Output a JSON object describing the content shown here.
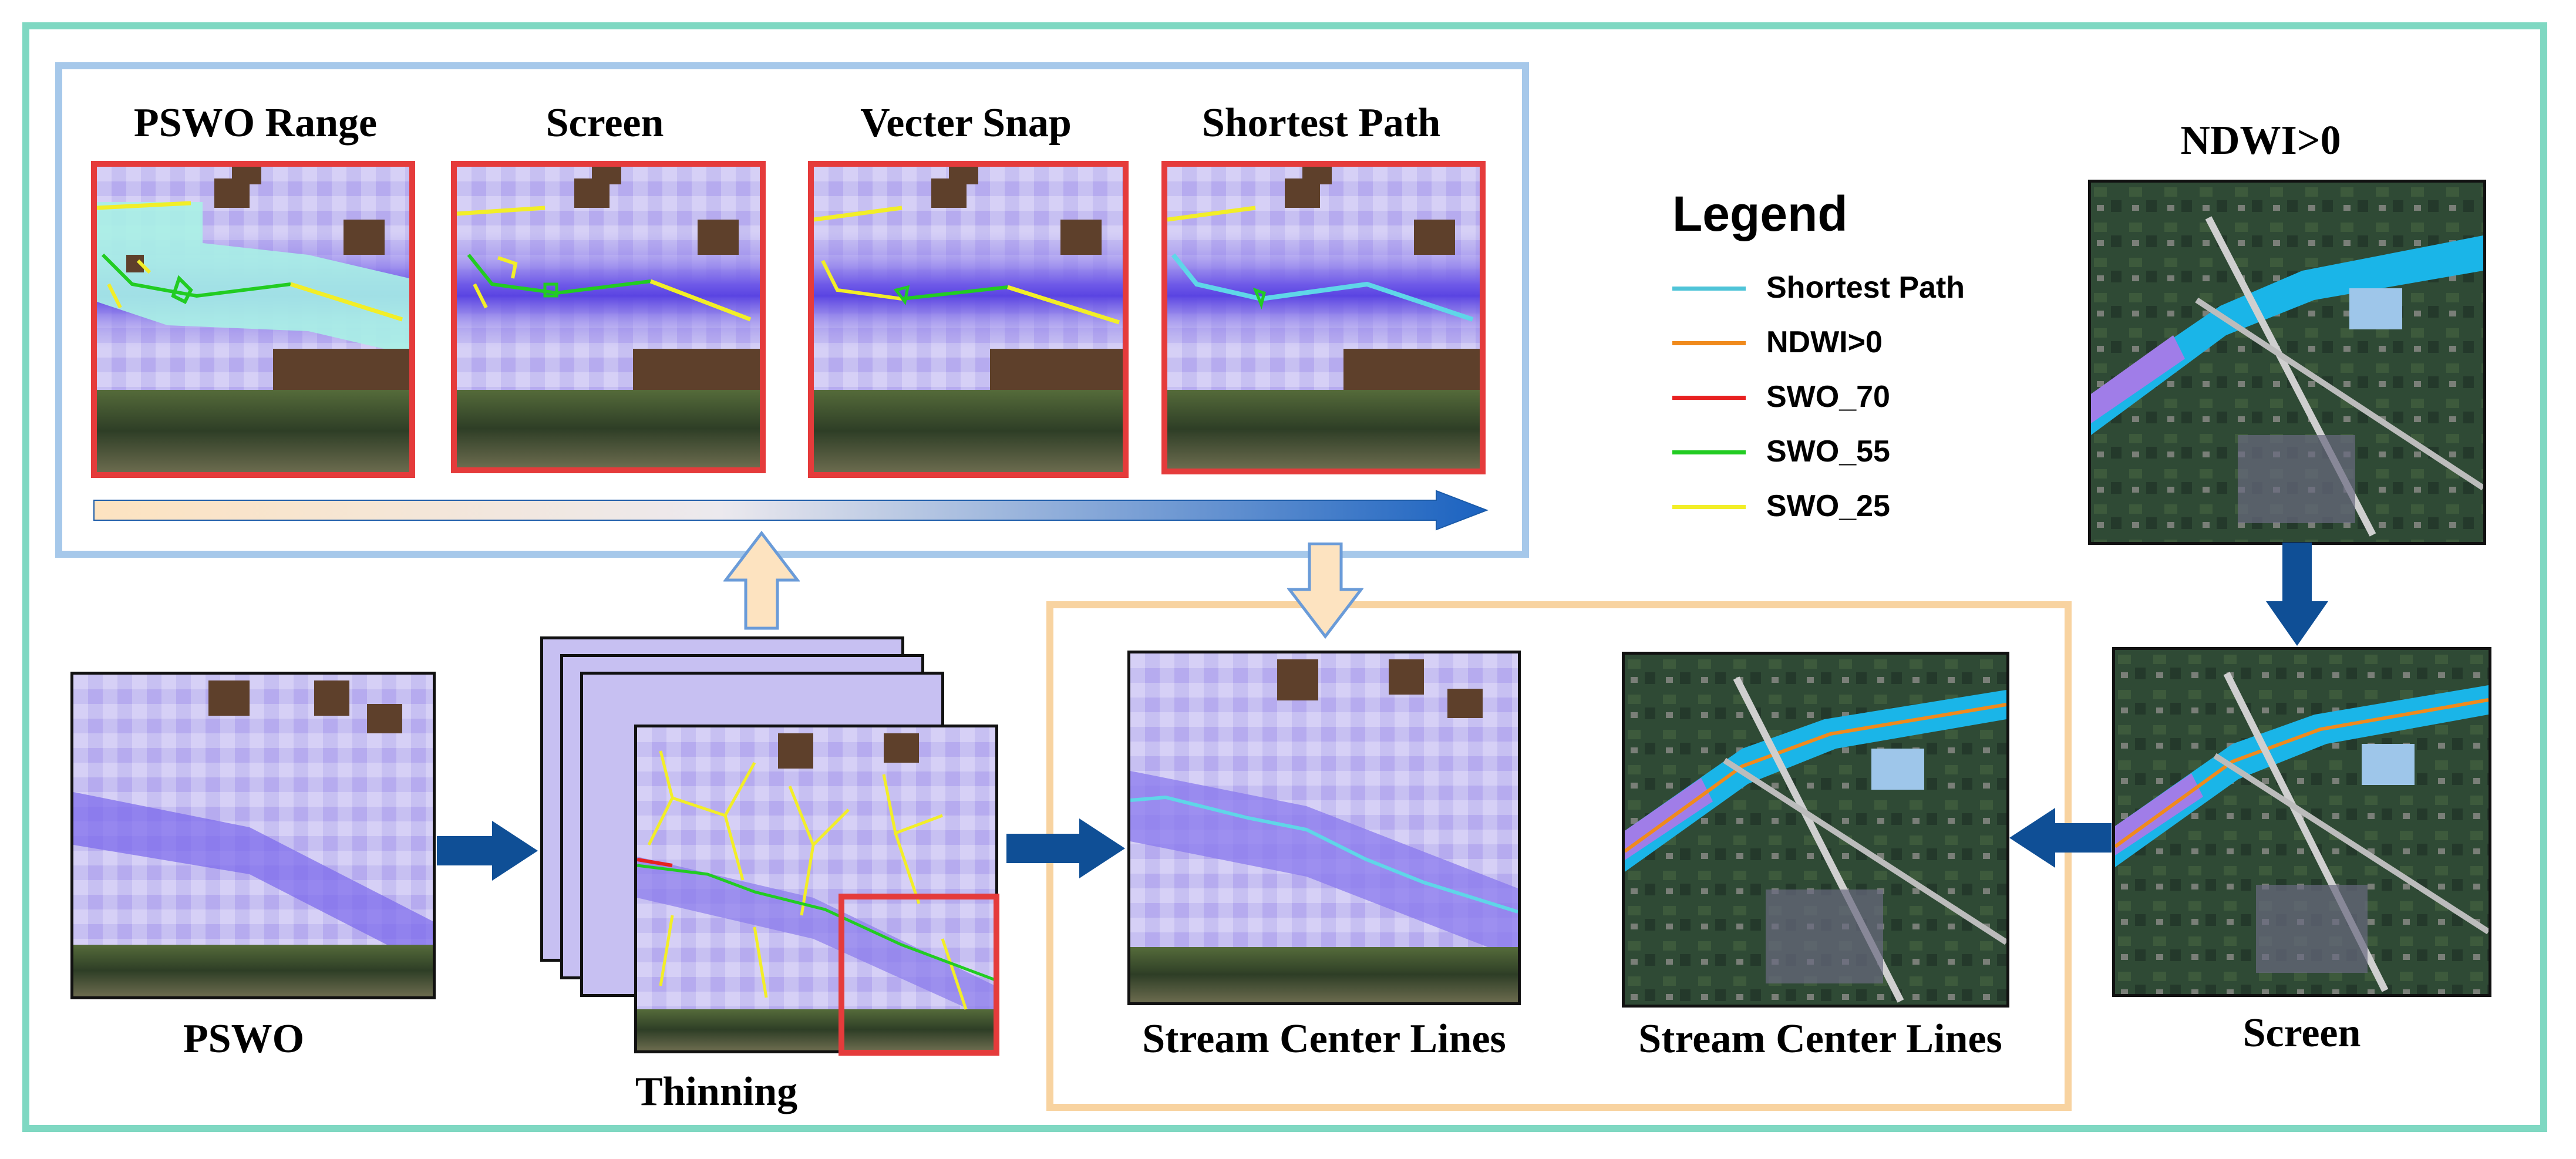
{
  "panels": {
    "pswo_range": "PSWO Range",
    "screen_top": "Screen",
    "vecter_snap": "Vecter Snap",
    "shortest_path": "Shortest Path",
    "pswo": "PSWO",
    "thinning": "Thinning",
    "stream_a": "Stream Center Lines",
    "stream_b": "Stream Center Lines",
    "ndwi_top": "NDWI>0",
    "screen_right": "Screen"
  },
  "legend": {
    "title": "Legend",
    "items": [
      {
        "label": "Shortest Path",
        "color": "#4fc4d8"
      },
      {
        "label": "NDWI>0",
        "color": "#f08a1c"
      },
      {
        "label": "SWO_70",
        "color": "#e82020"
      },
      {
        "label": "SWO_55",
        "color": "#22cc22"
      },
      {
        "label": "SWO_25",
        "color": "#f2ee28"
      }
    ]
  },
  "colors": {
    "outer_frame": "#7fd8c2",
    "process_frame": "#a6c8ea",
    "result_frame": "#f8d3a0",
    "arrow_blue": "#0f4f96",
    "highlight_box": "#e53b3b",
    "pswo_light": "#cfc9f4",
    "pswo_mid": "#9e8ff0",
    "pswo_dark": "#6a54e6",
    "gap_brown": "#5e402b",
    "imagery_green": "#2f4a35"
  }
}
